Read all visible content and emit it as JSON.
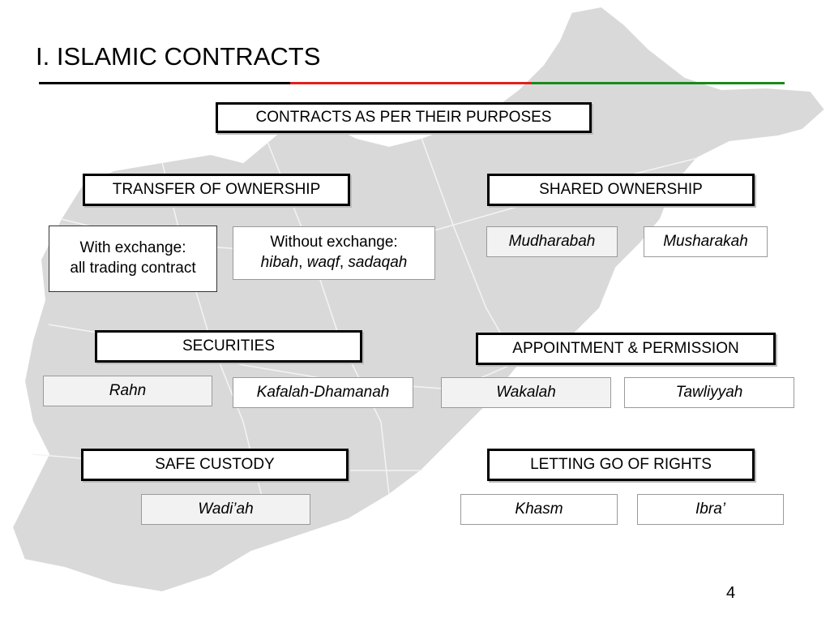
{
  "title": "I. ISLAMIC CONTRACTS",
  "colors": {
    "rule_left": "#000000",
    "rule_mid": "#e02020",
    "rule_right": "#1a8a1a",
    "map": "#d9d9d9"
  },
  "main_header": "CONTRACTS AS PER THEIR PURPOSES",
  "groups": {
    "transfer": {
      "header": "TRANSFER OF OWNERSHIP",
      "with_exchange_line1": "With exchange:",
      "with_exchange_line2": "all trading contract",
      "without_exchange_line1": "Without exchange:",
      "without_exchange_hibah": "hibah",
      "without_exchange_waqf": "waqf",
      "without_exchange_sadaqah": "sadaqah",
      "sep": ", "
    },
    "shared": {
      "header": "SHARED OWNERSHIP",
      "items": [
        "Mudharabah",
        "Musharakah"
      ]
    },
    "securities": {
      "header": "SECURITIES",
      "items": [
        "Rahn",
        "Kafalah-Dhamanah"
      ]
    },
    "appointment": {
      "header": "APPOINTMENT & PERMISSION",
      "items": [
        "Wakalah",
        "Tawliyyah"
      ]
    },
    "custody": {
      "header": "SAFE CUSTODY",
      "items": [
        "Wadi’ah"
      ]
    },
    "letting_go": {
      "header": "LETTING GO OF RIGHTS",
      "items": [
        "Khasm",
        "Ibra’"
      ]
    }
  },
  "page_number": "4"
}
